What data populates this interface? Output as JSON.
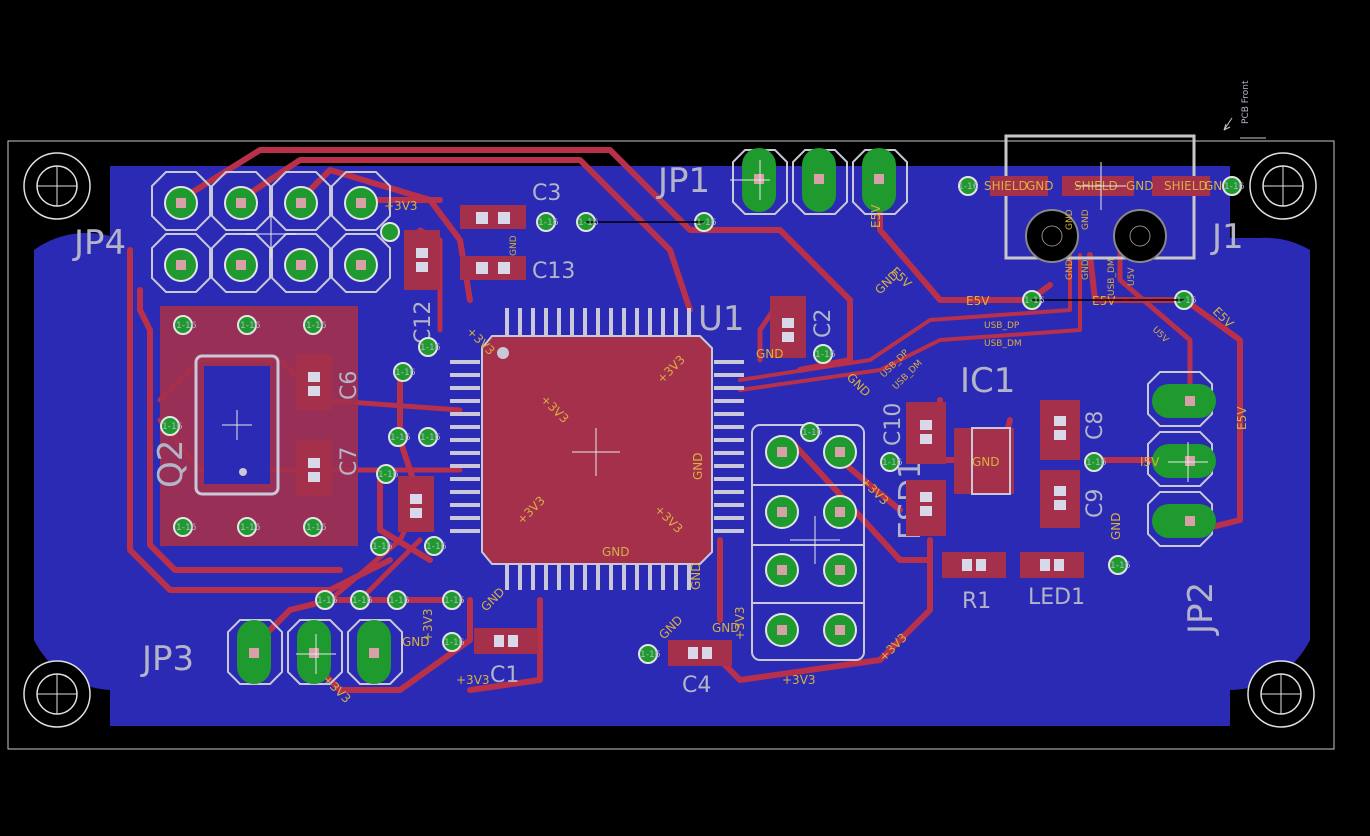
{
  "colors": {
    "background": "#000000",
    "board_fill": "#2a2ab4",
    "copper_top": "#b8304a",
    "via_green": "#1e9a2e",
    "silk": "#b4b4c8",
    "net_label": "#d8b040"
  },
  "parts": {
    "jp1": "JP1",
    "jp2": "JP2",
    "jp3": "JP3",
    "jp4": "JP4",
    "j1": "J1",
    "u1": "U1",
    "ic1": "IC1",
    "q2": "Q2",
    "r1": "R1",
    "led1": "LED1",
    "c1": "C1",
    "c2": "C2",
    "c3": "C3",
    "c4": "C4",
    "c6": "C6",
    "c7": "C7",
    "c8": "C8",
    "c9": "C9",
    "c10": "C10",
    "c12": "C12",
    "c13": "C13",
    "esd1": "ESD1"
  },
  "nets": {
    "p3v3": "+3V3",
    "gnd": "GND",
    "e5v": "E5V",
    "i5v": "I5V",
    "u5v": "U5V",
    "usb_dp": "USB_DP",
    "usb_dm": "USB_DM",
    "shield": "SHIELD",
    "via_label": "1-16"
  },
  "annotations": {
    "pcb_front": "PCB Front"
  }
}
